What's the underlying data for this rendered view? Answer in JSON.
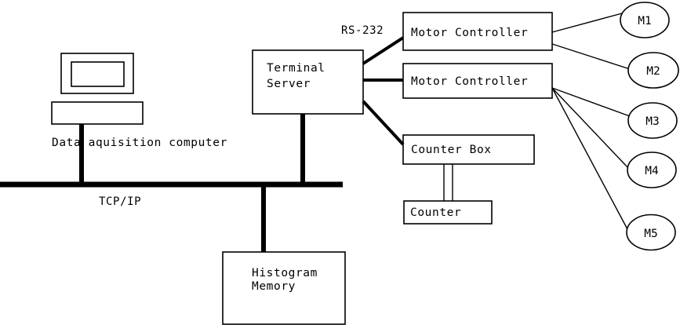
{
  "diagram": {
    "title": "Data acquisition system block diagram",
    "colors": {
      "background": "#ffffff",
      "stroke": "#000000",
      "fill": "#ffffff"
    },
    "nodes": {
      "computer": {
        "label": "Data aquisition computer",
        "monitor_name": "monitor",
        "base_name": "computer-base"
      },
      "terminal_server": {
        "line1": "Terminal",
        "line2": "Server"
      },
      "motor_controller_1": {
        "label": "Motor Controller"
      },
      "motor_controller_2": {
        "label": "Motor Controller"
      },
      "counter_box": {
        "label": "Counter Box"
      },
      "counter": {
        "label": "Counter"
      },
      "histogram_memory": {
        "line1": "Histogram",
        "line2": "Memory"
      },
      "motors": [
        {
          "label": "M1"
        },
        {
          "label": "M2"
        },
        {
          "label": "M3"
        },
        {
          "label": "M4"
        },
        {
          "label": "M5"
        }
      ]
    },
    "link_labels": {
      "rs232": "RS-232",
      "tcpip": "TCP/IP"
    }
  }
}
